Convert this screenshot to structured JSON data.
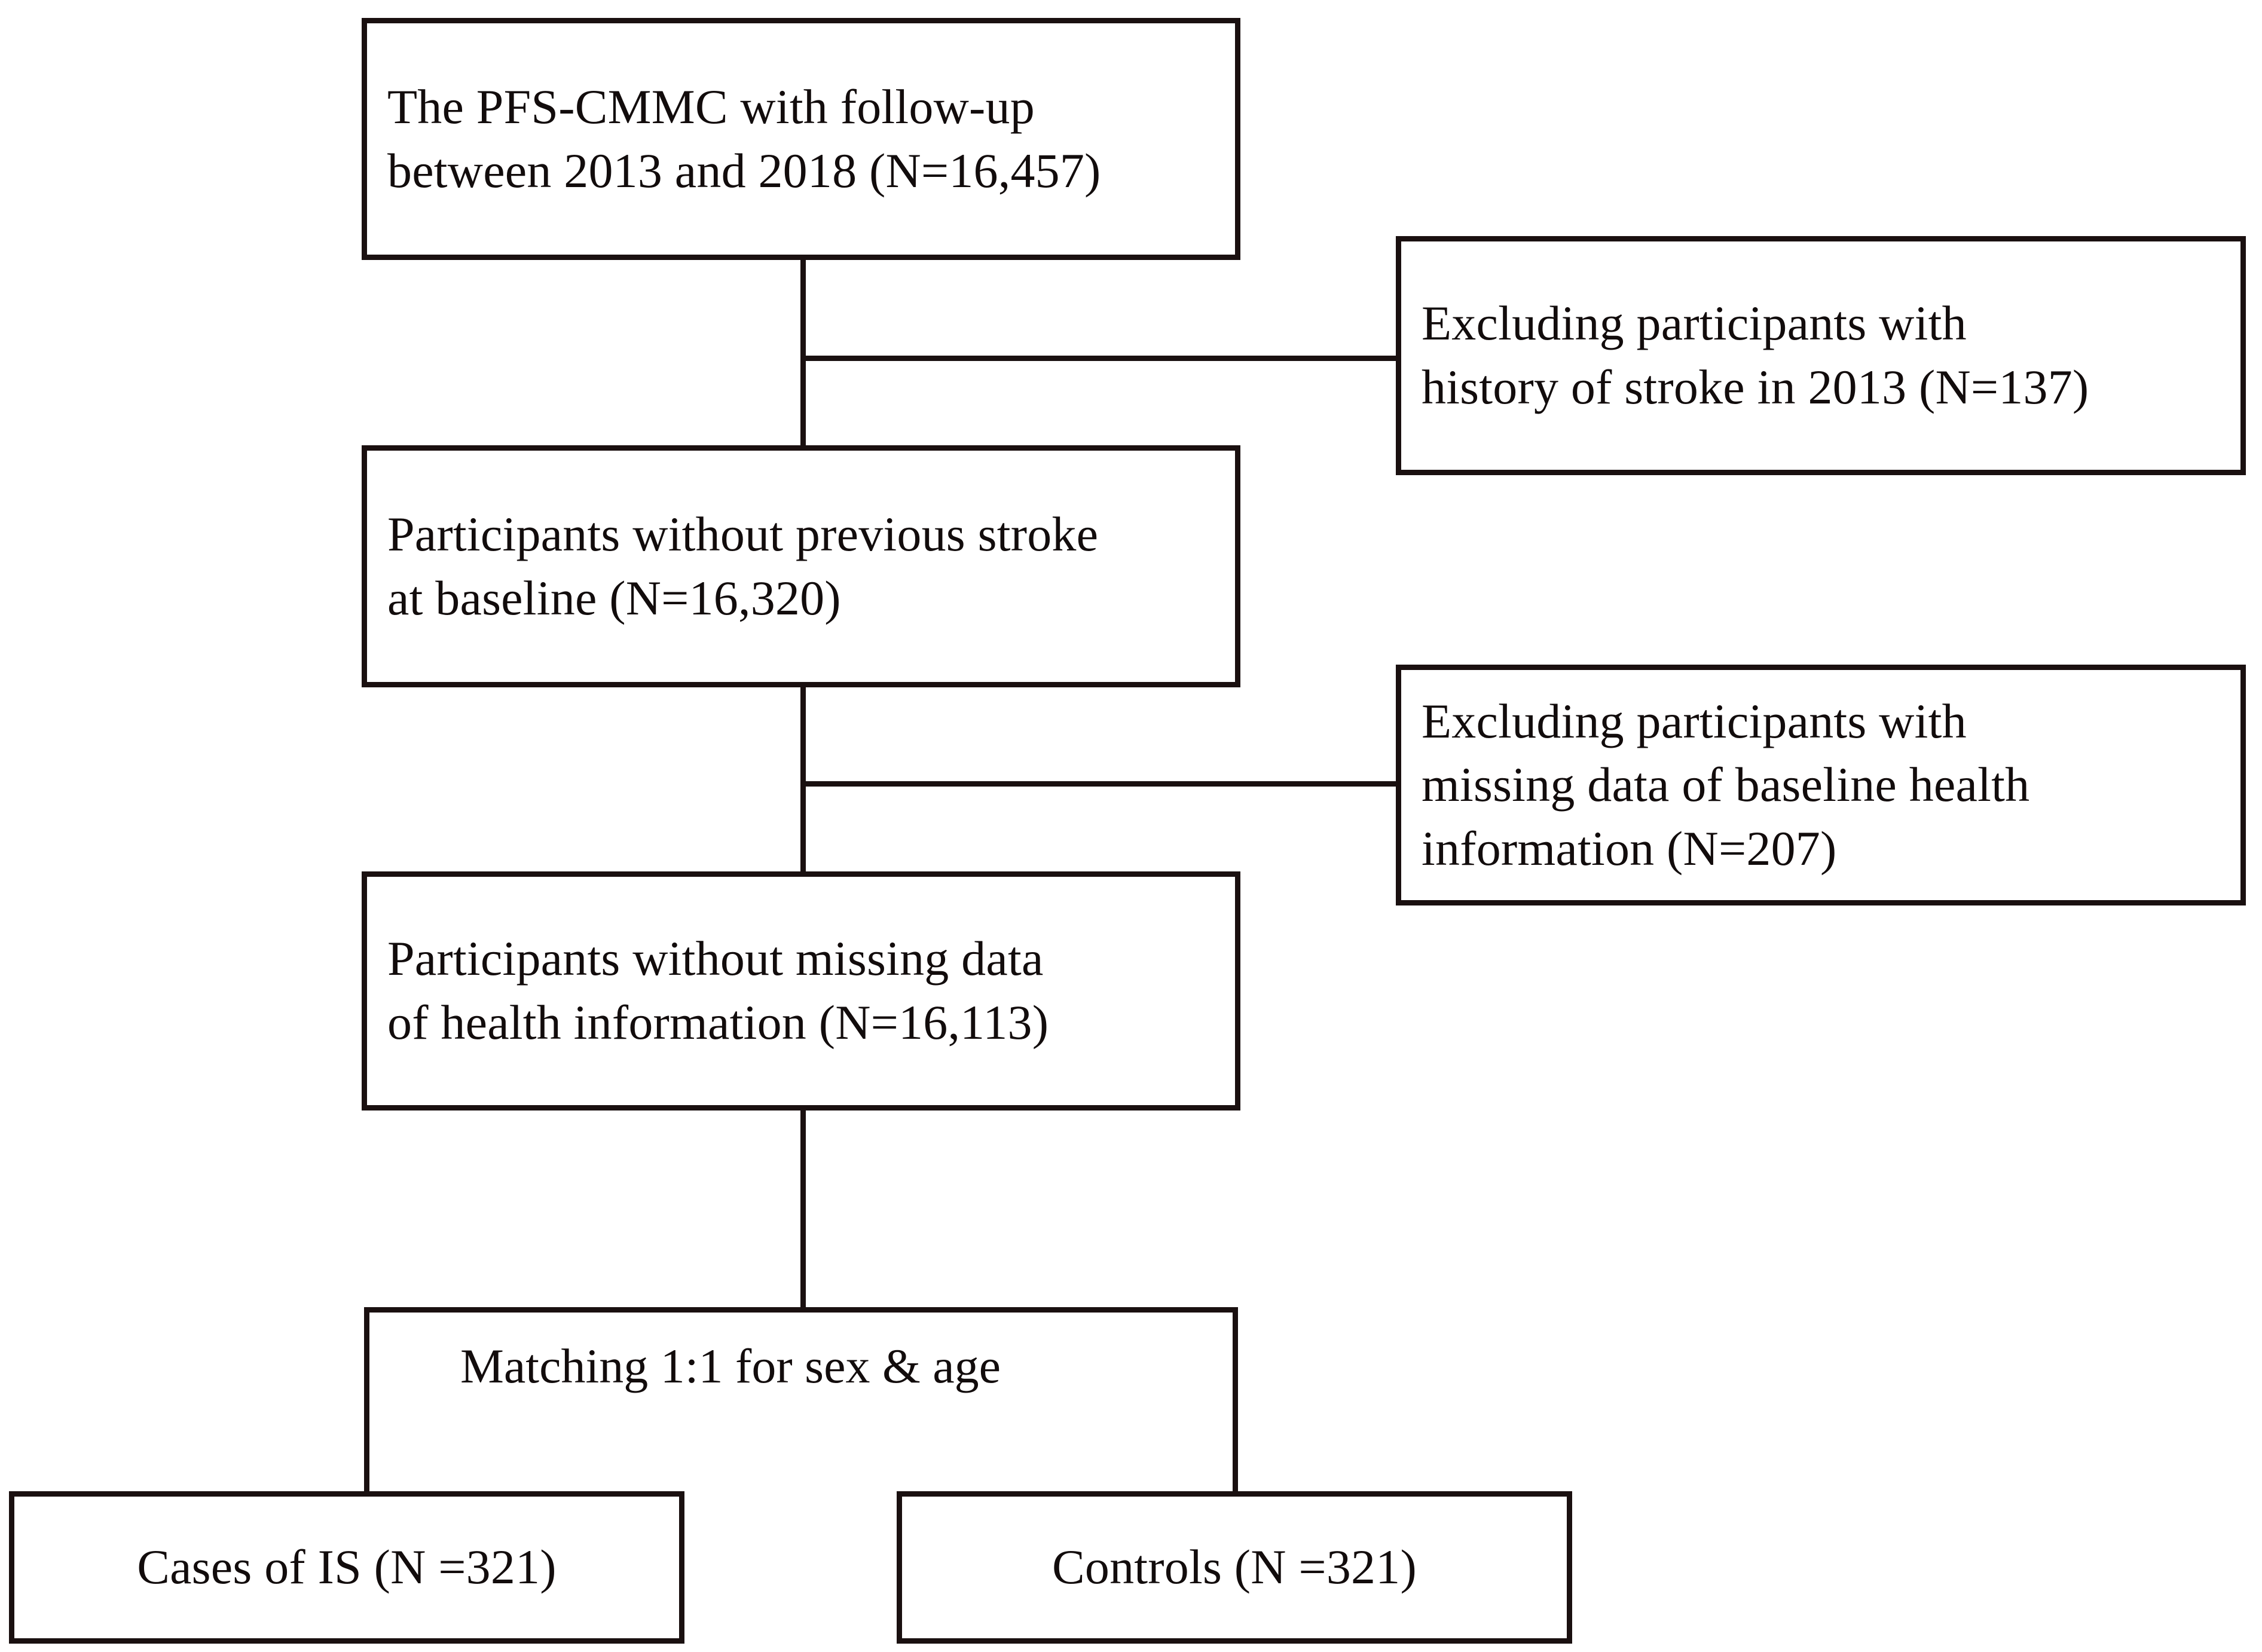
{
  "figure": {
    "type": "flowchart",
    "title": "Study participant selection flow diagram",
    "orientation": "top-to-bottom",
    "colors": {
      "stroke": "#1a1010",
      "background": "#ffffff",
      "text": "#120c0c"
    }
  },
  "nodes": {
    "source_cohort": {
      "label": "The PFS-CMMC with follow-up\nbetween 2013 and 2018 (N=16,457)",
      "n": "16,457"
    },
    "exclusion_stroke_history": {
      "label": "Excluding participants with\nhistory of stroke in 2013 (N=137)",
      "n": "137"
    },
    "no_previous_stroke": {
      "label": "Participants without previous stroke\nat baseline (N=16,320)",
      "n": "16,320"
    },
    "exclusion_missing_data": {
      "label": "Excluding participants with\nmissing data of baseline health\ninformation (N=207)",
      "n": "207"
    },
    "no_missing_data": {
      "label": "Participants without missing data\nof health information (N=16,113)",
      "n": "16,113"
    },
    "matching_step": {
      "label": "Matching 1:1 for sex & age"
    },
    "cases": {
      "label": "Cases of IS (N =321)",
      "n": "321"
    },
    "controls": {
      "label": "Controls (N =321)",
      "n": "321"
    }
  },
  "edges": [
    {
      "from": "source_cohort",
      "to": "no_previous_stroke",
      "kind": "vertical"
    },
    {
      "from": "source_cohort",
      "to": "exclusion_stroke_history",
      "kind": "branch-right"
    },
    {
      "from": "no_previous_stroke",
      "to": "no_missing_data",
      "kind": "vertical"
    },
    {
      "from": "no_previous_stroke",
      "to": "exclusion_missing_data",
      "kind": "branch-right"
    },
    {
      "from": "no_missing_data",
      "to": "matching_step",
      "kind": "vertical"
    },
    {
      "from": "matching_step",
      "to": "cases",
      "kind": "split-left"
    },
    {
      "from": "matching_step",
      "to": "controls",
      "kind": "split-right"
    }
  ]
}
